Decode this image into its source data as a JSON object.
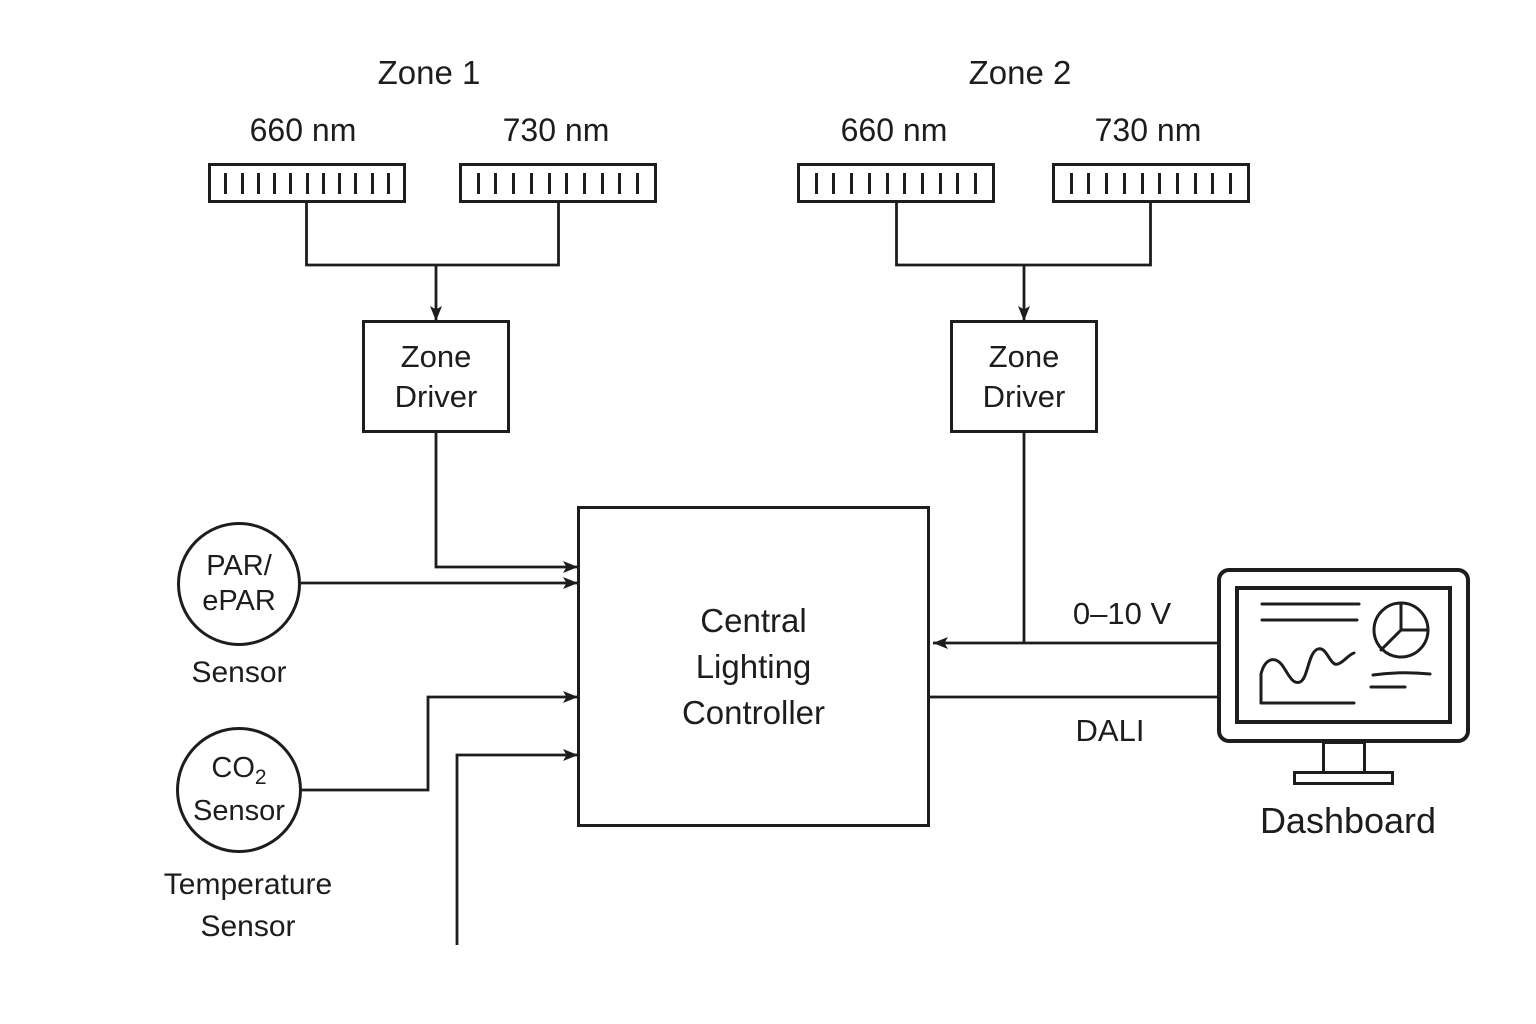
{
  "diagram": {
    "colors": {
      "ink": "#1d1d1d",
      "background": "#ffffff"
    },
    "zones": [
      {
        "title": "Zone 1",
        "fixtures": [
          {
            "label": "660 nm",
            "segments": 11
          },
          {
            "label": "730 nm",
            "segments": 10
          }
        ],
        "driver_label": [
          "Zone",
          "Driver"
        ]
      },
      {
        "title": "Zone 2",
        "fixtures": [
          {
            "label": "660 nm",
            "segments": 10
          },
          {
            "label": "730 nm",
            "segments": 10
          }
        ],
        "driver_label": [
          "Zone",
          "Driver"
        ]
      }
    ],
    "controller_label": [
      "Central",
      "Lighting",
      "Controller"
    ],
    "sensors": {
      "par": {
        "circle_lines": [
          "PAR/",
          "ePAR"
        ],
        "caption": "Sensor"
      },
      "co2": {
        "circle_main": "CO",
        "circle_sub": "2",
        "circle_line2": "Sensor"
      },
      "temperature": {
        "caption_lines": [
          "Temperature",
          "Sensor"
        ]
      }
    },
    "connections": {
      "analog_label": "0–10 V",
      "dali_label": "DALI"
    },
    "dashboard": {
      "caption": "Dashboard"
    }
  }
}
